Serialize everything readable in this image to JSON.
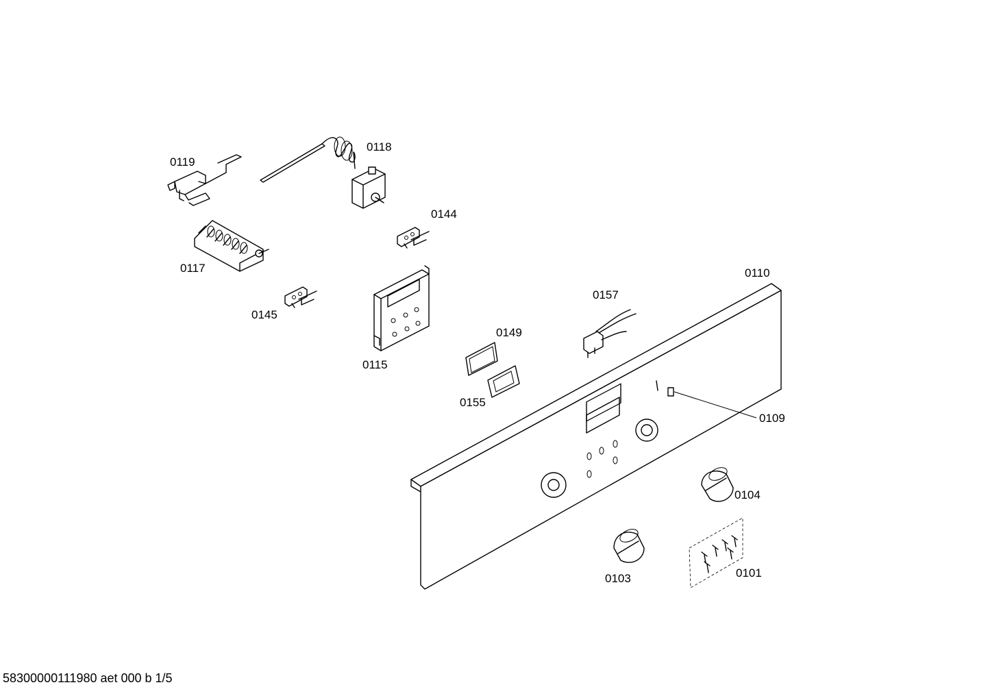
{
  "parts": {
    "p0119": "0119",
    "p0118": "0118",
    "p0144": "0144",
    "p0117": "0117",
    "p0145": "0145",
    "p0115": "0115",
    "p0149": "0149",
    "p0155": "0155",
    "p0157": "0157",
    "p0110": "0110",
    "p0109": "0109",
    "p0104": "0104",
    "p0103": "0103",
    "p0101": "0101"
  },
  "footer": {
    "document_id": "58300000111980 aet 000 b 1/5"
  }
}
